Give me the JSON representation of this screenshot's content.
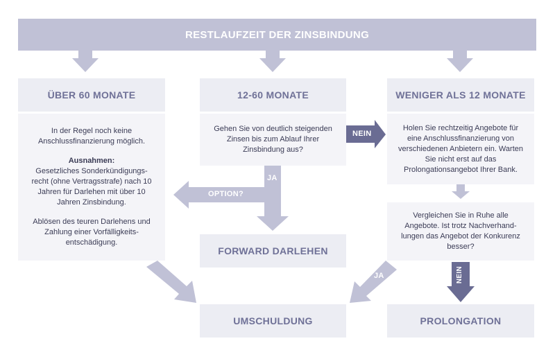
{
  "header": "RESTLAUFZEIT DER ZINSBINDUNG",
  "col_left": {
    "title": "ÜBER 60 MONATE",
    "p1": "In der Regel noch keine Anschlussfinanzierung möglich.",
    "exceptions_label": "Ausnahmen:",
    "p2": "Gesetzliches Sonderkündigungs-recht (ohne Vertragsstrafe) nach 10 Jahren für Darlehen mit über 10 Jahren Zinsbindung.",
    "p3": "Ablösen des teuren Darlehens und Zahlung einer Vorfälligkeits-entschädigung."
  },
  "col_mid": {
    "title": "12-60 MONATE",
    "question": "Gehen Sie von deutlich steigenden Zinsen bis zum Ablauf Ihrer Zinsbindung aus?",
    "result": "FORWARD DARLEHEN"
  },
  "col_right": {
    "title": "WENIGER ALS 12 MONATE",
    "advice": "Holen Sie rechtzeitig Angebote für eine Anschlussfinanzierung von verschiedenen Anbietern ein. Warten Sie nicht erst auf das Prolongationsangebot Ihrer Bank.",
    "compare": "Vergleichen Sie in Ruhe alle Angebote. Ist trotz Nachverhand-lungen das Angebot der Konkurenz besser?",
    "result": "PROLONGATION"
  },
  "outcome_center": "UMSCHULDUNG",
  "labels": {
    "nein_horizontal": "NEIN",
    "ja_mid": "JA",
    "option": "OPTION?",
    "ja_right": "JA",
    "nein_vertical": "NEIN"
  },
  "colors": {
    "header_bg": "#c0c1d6",
    "title_bg": "#ecedf3",
    "body_bg": "#f4f4f8",
    "arrow": "#c0c1d6",
    "arrow_dark": "#6a6c93",
    "title_text": "#6f7197"
  }
}
